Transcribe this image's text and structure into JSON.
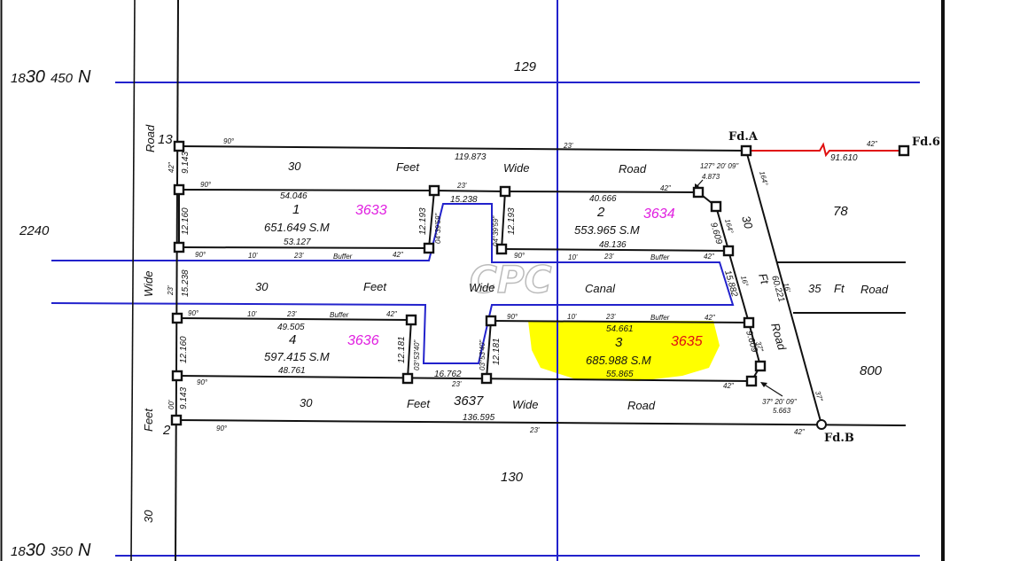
{
  "grid": {
    "north_top": {
      "prefix": "18",
      "big": "30",
      "mid": "450",
      "suffix": "N"
    },
    "north_bottom": {
      "prefix": "18",
      "big": "30",
      "mid": "350",
      "suffix": "N"
    },
    "east_label": "2240"
  },
  "blocks": {
    "top": "129",
    "bottom": "130",
    "right_upper": "78",
    "right_lower": "800"
  },
  "corners": {
    "top_left": "13",
    "bottom_left": "2",
    "fd_a": "Fd.A",
    "fd_b": "Fd.B",
    "fd_6": "Fd.6"
  },
  "roads": {
    "left_road": "Road",
    "left_wide": "Wide",
    "left_feet": "Feet",
    "left_30": "30",
    "top": {
      "w1": "30",
      "w2": "Feet",
      "w3": "Wide",
      "w4": "Road"
    },
    "canal": {
      "w1": "30",
      "w2": "Feet",
      "w3": "Wide",
      "w4": "Canal"
    },
    "bottom": {
      "w1": "30",
      "w2": "Feet",
      "w3": "3637",
      "w4": "Wide",
      "w5": "Road"
    },
    "right": {
      "w1": "30",
      "w2": "Ft",
      "w3": "Road"
    },
    "ft35": {
      "w1": "35",
      "w2": "Ft",
      "w3": "Road"
    }
  },
  "plots": [
    {
      "number": "1",
      "area": "651.649 S.M",
      "id": "3633"
    },
    {
      "number": "2",
      "area": "553.965 S.M",
      "id": "3634"
    },
    {
      "number": "3",
      "area": "685.988 S.M",
      "id": "3635"
    },
    {
      "number": "4",
      "area": "597.415 S.M",
      "id": "3636"
    }
  ],
  "dims": {
    "d119": "119.873",
    "d54": "54.046",
    "d15": "15.238",
    "d40": "40.666",
    "d53": "53.127",
    "d48": "48.136",
    "d49": "49.505",
    "d16": "16.762",
    "d54b": "54.661",
    "d55": "55.865",
    "d48b": "48.761",
    "d136": "136.595",
    "d91": "91.610",
    "d9143a": "9.143",
    "d12160a": "12.160",
    "d15238v": "15.238",
    "d12160b": "12.160",
    "d9143b": "9.143",
    "d12193a": "12.193",
    "d12193b": "12.193",
    "d12181a": "12.181",
    "d12181b": "12.181",
    "d9609a": "9.609",
    "d15882": "15.882",
    "d9609b": "9.609",
    "d60": "60.221",
    "d4873": "4.873",
    "d5663": "5.663"
  },
  "angles": {
    "a90": "90°",
    "a23": "23'",
    "a42": "42\"",
    "a164": "164°",
    "a16": "16'",
    "a37": "37\"",
    "a00": "00'",
    "a127": "127° 20' 09\"",
    "a37b": "37° 20' 09\"",
    "b1": "04°39'59\"",
    "b2": "04°39'59\"",
    "b3": "03°53'40\"",
    "b4": "03°53'40\"",
    "ten": "10'",
    "buffer": "Buffer",
    "n16": "16°",
    "n164b": "164°",
    "n37b": "37\""
  },
  "watermark": "CPC"
}
